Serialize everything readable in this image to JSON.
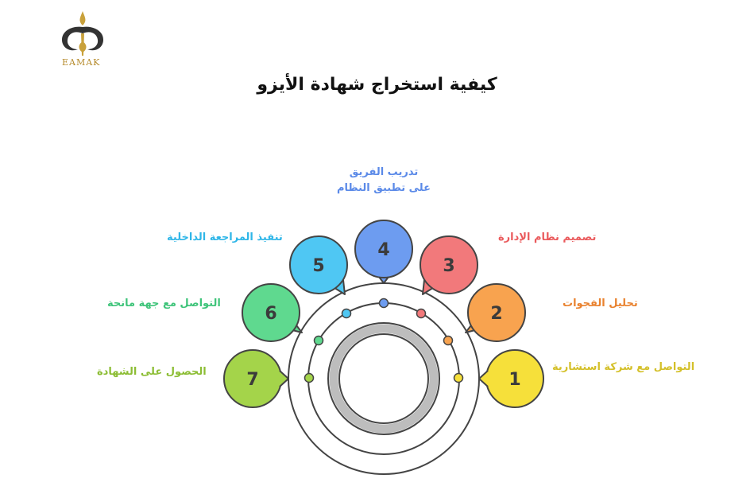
{
  "brand": {
    "logo_text": "EAMAK",
    "gold": "#c9a13b",
    "dark": "#333333"
  },
  "title": "كيفية استخراج شهادة الأيزو",
  "steps": [
    {
      "number": "1",
      "label": "التواصل مع شركة استشارية",
      "color": "#f6e03a",
      "text_color": "#d4c02a"
    },
    {
      "number": "2",
      "label": "تحليل الفجوات",
      "color": "#f8a34f",
      "text_color": "#e9822f"
    },
    {
      "number": "3",
      "label": "تصميم نظام الإدارة",
      "color": "#f2797b",
      "text_color": "#ea5a5c"
    },
    {
      "number": "4",
      "label_line1": "تدريب الفريق",
      "label_line2": "على تطبيق النظام",
      "color": "#6d9cf0",
      "text_color": "#5b8ae8"
    },
    {
      "number": "5",
      "label": "تنفيذ المراجعة الداخلية",
      "color": "#4fc7f3",
      "text_color": "#2fb6e8"
    },
    {
      "number": "6",
      "label": "التواصل مع جهة مانحة",
      "color": "#5fd98f",
      "text_color": "#3fc47a"
    },
    {
      "number": "7",
      "label": "الحصول على الشهادة",
      "color": "#a4d44a",
      "text_color": "#8cbd34"
    }
  ]
}
